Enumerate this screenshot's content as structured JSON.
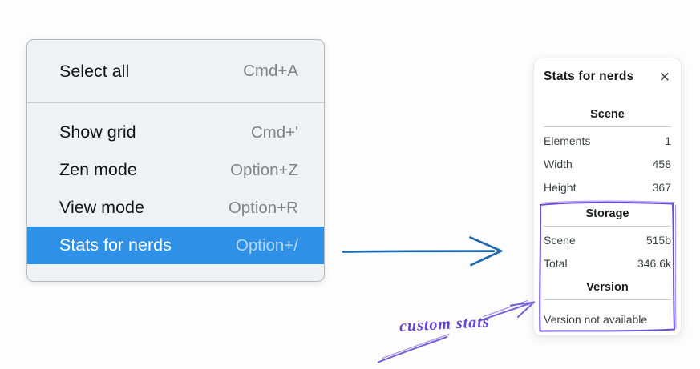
{
  "context_menu": {
    "sections": [
      {
        "items": [
          {
            "label": "Select all",
            "shortcut": "Cmd+A",
            "highlighted": false
          }
        ]
      },
      {
        "items": [
          {
            "label": "Show grid",
            "shortcut": "Cmd+'",
            "highlighted": false
          },
          {
            "label": "Zen mode",
            "shortcut": "Option+Z",
            "highlighted": false
          },
          {
            "label": "View mode",
            "shortcut": "Option+R",
            "highlighted": false
          },
          {
            "label": "Stats for nerds",
            "shortcut": "Option+/",
            "highlighted": true
          }
        ]
      }
    ]
  },
  "stats_panel": {
    "title": "Stats for nerds",
    "close_icon": "✕",
    "sections": [
      {
        "header": "Scene",
        "rows": [
          {
            "label": "Elements",
            "value": "1"
          },
          {
            "label": "Width",
            "value": "458"
          },
          {
            "label": "Height",
            "value": "367"
          }
        ]
      },
      {
        "header": "Storage",
        "rows": [
          {
            "label": "Scene",
            "value": "515b"
          },
          {
            "label": "Total",
            "value": "346.6k"
          }
        ]
      },
      {
        "header": "Version",
        "rows": [],
        "note": "Version not available"
      }
    ]
  },
  "annotations": {
    "custom_stats_label": "custom stats",
    "colors": {
      "menu_highlight": "#2f90e8",
      "blue_arrow": "#1e68ae",
      "purple_annotation": "#6a4dd4",
      "menu_background": "#f0f1f3",
      "shortcut_text": "#7f848a"
    }
  }
}
